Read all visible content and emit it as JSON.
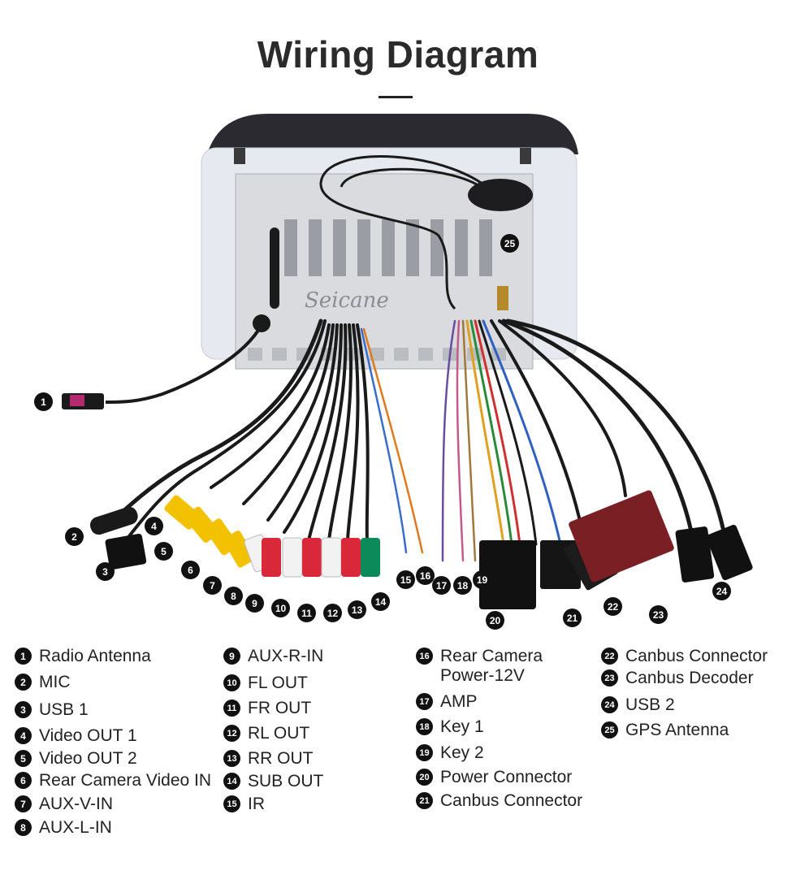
{
  "title": "Wiring Diagram",
  "watermark": "Seicane",
  "colors": {
    "rca_yellow": "#f2c200",
    "rca_white": "#f2f2f2",
    "rca_red": "#d8283a",
    "rca_green": "#0d8a5a",
    "panel": "#e4e8ee",
    "cable": "#1a1a1a",
    "decoder": "#7a1f24"
  },
  "legend": [
    {
      "num": "1",
      "label": "Radio Antenna"
    },
    {
      "num": "2",
      "label": "MIC"
    },
    {
      "num": "3",
      "label": "USB 1"
    },
    {
      "num": "4",
      "label": "Video OUT 1"
    },
    {
      "num": "5",
      "label": "Video OUT 2"
    },
    {
      "num": "6",
      "label": "Rear Camera Video IN"
    },
    {
      "num": "7",
      "label": "AUX-V-IN"
    },
    {
      "num": "8",
      "label": "AUX-L-IN"
    },
    {
      "num": "9",
      "label": "AUX-R-IN"
    },
    {
      "num": "10",
      "label": "FL OUT"
    },
    {
      "num": "11",
      "label": "FR OUT"
    },
    {
      "num": "12",
      "label": "RL OUT"
    },
    {
      "num": "13",
      "label": "RR OUT"
    },
    {
      "num": "14",
      "label": "SUB OUT"
    },
    {
      "num": "15",
      "label": "IR"
    },
    {
      "num": "16",
      "label": "Rear Camera\nPower-12V"
    },
    {
      "num": "17",
      "label": "AMP"
    },
    {
      "num": "18",
      "label": "Key 1"
    },
    {
      "num": "19",
      "label": "Key 2"
    },
    {
      "num": "20",
      "label": "Power Connector"
    },
    {
      "num": "21",
      "label": "Canbus Connector"
    },
    {
      "num": "22",
      "label": "Canbus Connector"
    },
    {
      "num": "23",
      "label": "Canbus Decoder"
    },
    {
      "num": "24",
      "label": "USB 2"
    },
    {
      "num": "25",
      "label": "GPS Antenna"
    }
  ]
}
